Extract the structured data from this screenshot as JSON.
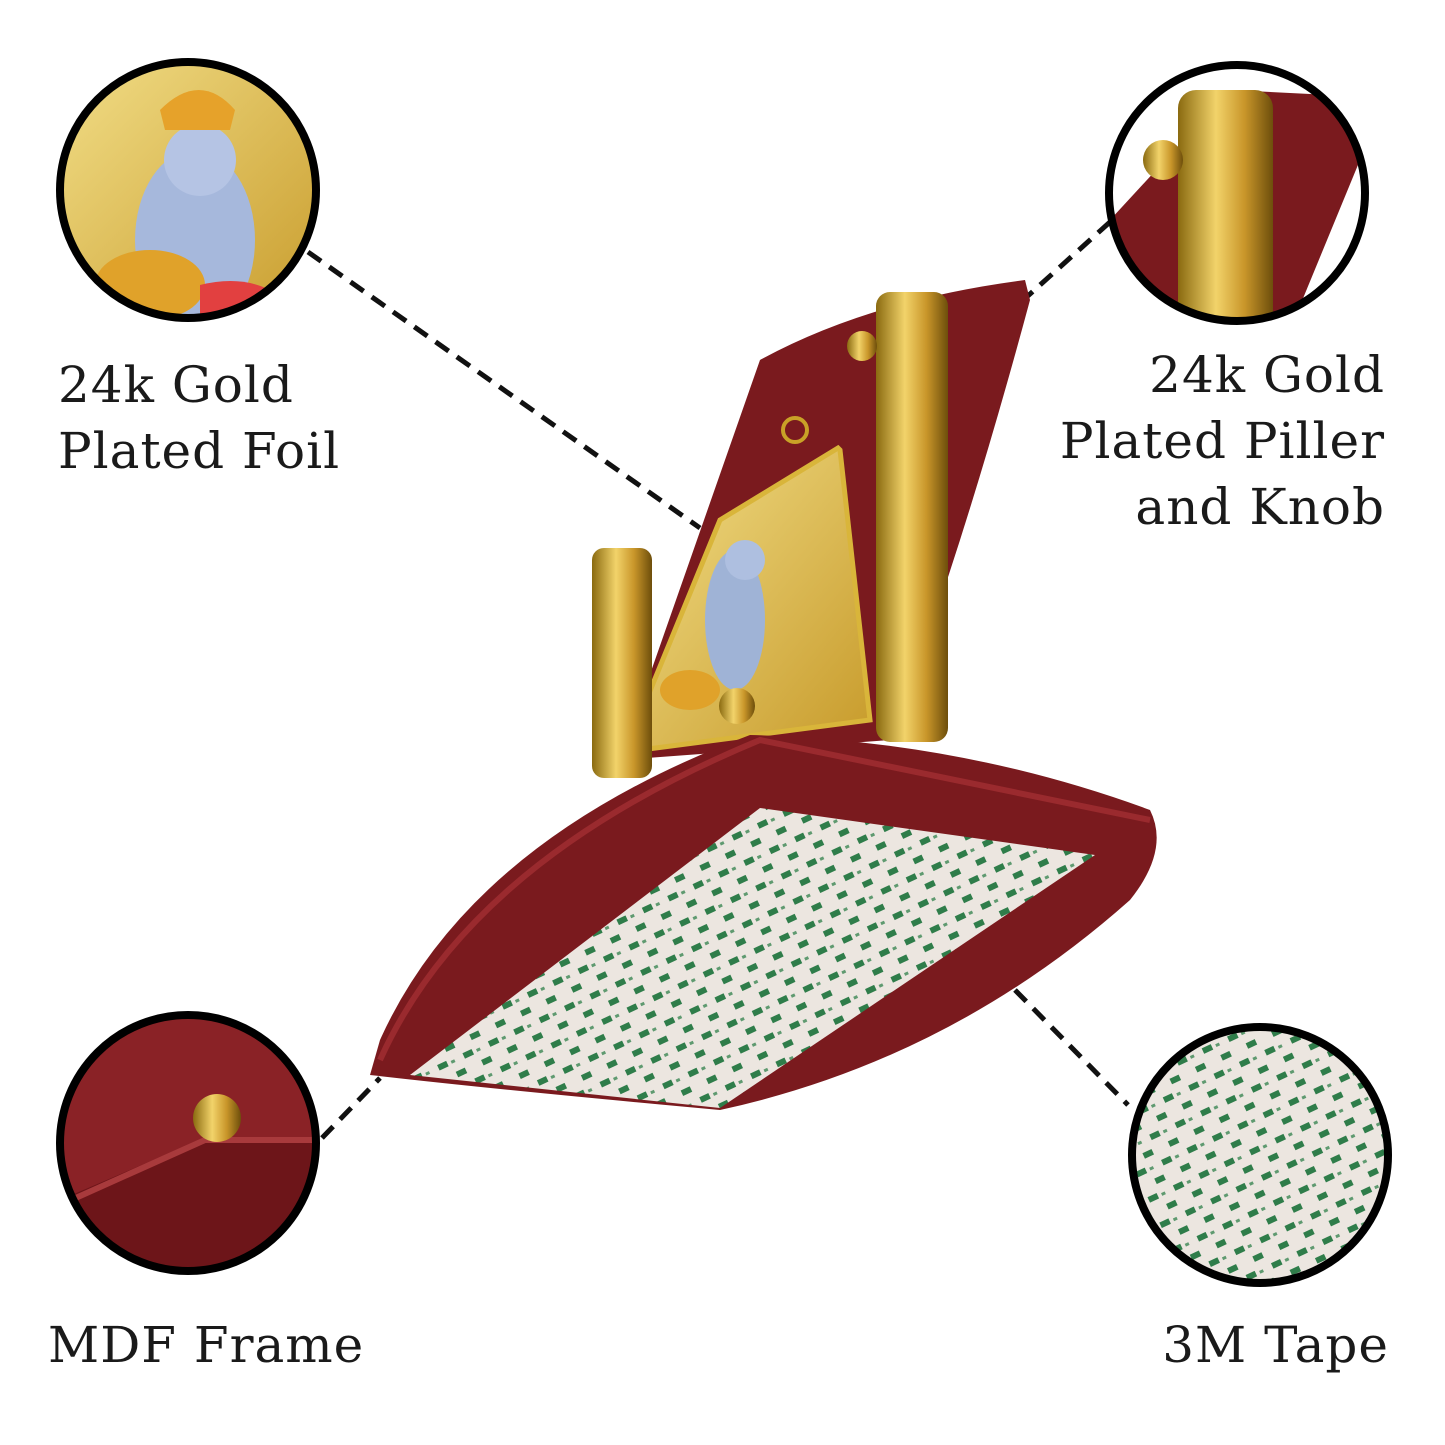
{
  "features": [
    {
      "id": "foil",
      "lines": [
        "24k Gold",
        "Plated Foil"
      ]
    },
    {
      "id": "piller",
      "lines": [
        "24k Gold",
        "Plated Piller",
        "and Knob"
      ]
    },
    {
      "id": "frame",
      "lines": [
        "MDF Frame"
      ]
    },
    {
      "id": "tape",
      "lines": [
        "3M Tape"
      ]
    }
  ],
  "colors": {
    "wood": "#7a1a1e",
    "gold": "#c9a227",
    "tape_green": "#2f7d4a",
    "outline": "#000000"
  }
}
